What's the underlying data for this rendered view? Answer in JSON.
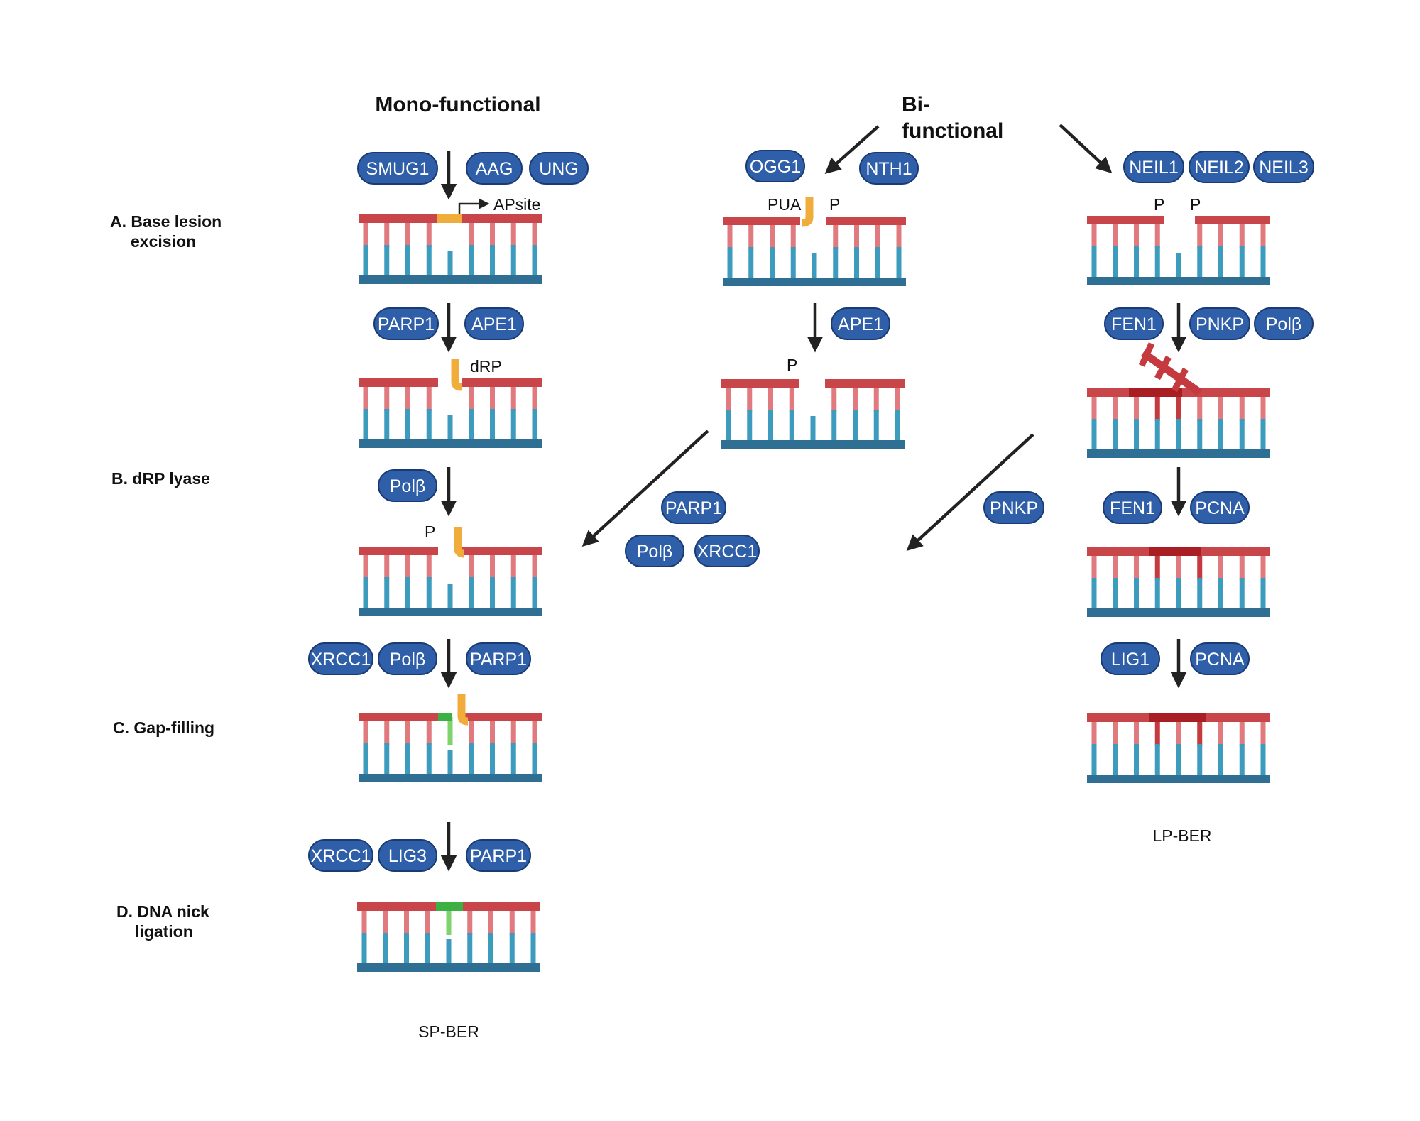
{
  "headers": {
    "mono": "Mono-functional",
    "bi_line1": "Bi-",
    "bi_line2": "functional"
  },
  "steps": {
    "a_line1": "A. Base lesion",
    "a_line2": "excision",
    "b": "B. dRP lyase",
    "c": "C. Gap-filling",
    "d_line1": "D. DNA nick",
    "d_line2": "ligation"
  },
  "annotations": {
    "ap_site": "APsite",
    "drp": "dRP",
    "p": "P",
    "pua": "PUA"
  },
  "pathways": {
    "sp": "SP-BER",
    "lp": "LP-BER"
  },
  "proteins": {
    "smug1": "SMUG1",
    "aag": "AAG",
    "ung": "UNG",
    "parp1": "PARP1",
    "ape1": "APE1",
    "polb": "Polβ",
    "xrcc1": "XRCC1",
    "lig3": "LIG3",
    "ogg1": "OGG1",
    "nth1": "NTH1",
    "neil1": "NEIL1",
    "neil2": "NEIL2",
    "neil3": "NEIL3",
    "fen1": "FEN1",
    "pnkp": "PNKP",
    "pcna": "PCNA",
    "lig1": "LIG1"
  },
  "colors": {
    "top_strand": "#c8454a",
    "top_rung": "#e07a7e",
    "bottom_strand": "#2e6f93",
    "bottom_rung": "#3d9bbd",
    "lesion": "#f0ad3c",
    "new_base": "#3cb043",
    "new_base_light": "#7ed36a",
    "flap": "#c43a3f",
    "flap_dark": "#a81e23",
    "pill": "#2f5fa8",
    "pill_border": "#1a3a73",
    "arrow": "#222222"
  }
}
